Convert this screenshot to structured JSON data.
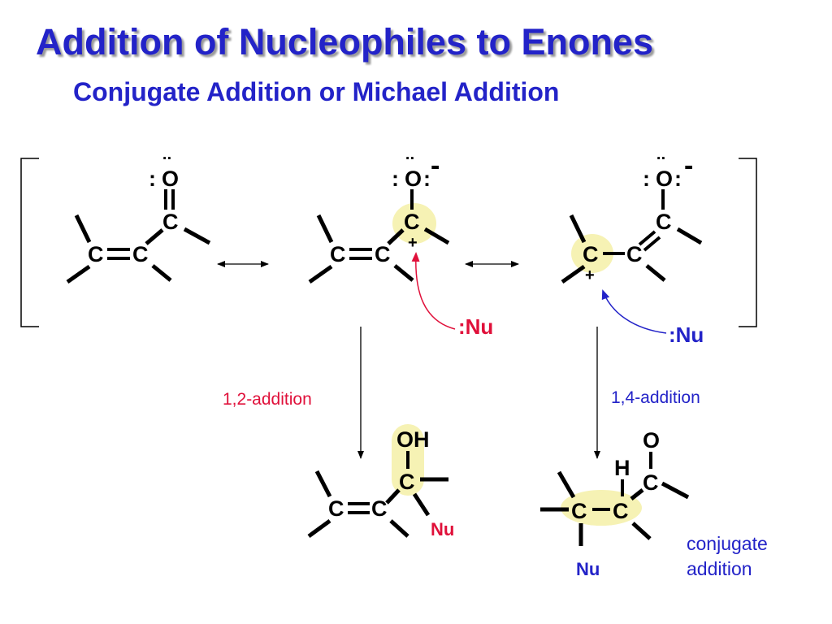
{
  "title": "Addition of Nucleophiles to Enones",
  "subtitle": "Conjugate Addition or Michael Addition",
  "colors": {
    "title": "#2323c8",
    "red": "#e0103a",
    "blue": "#2323c8",
    "highlight": "#f6f2b4"
  },
  "atoms": {
    "O": "O",
    "C": "C",
    "OH": "OH",
    "H": "H",
    "colon": ":",
    "lone_pair": "¨",
    "minus": "-",
    "plus": "+"
  },
  "nucleophile": ":Nu",
  "nu": "Nu",
  "addition_12": "1,2-addition",
  "addition_14": "1,4-addition",
  "conjugate": {
    "line1": "conjugate",
    "line2": "addition"
  }
}
